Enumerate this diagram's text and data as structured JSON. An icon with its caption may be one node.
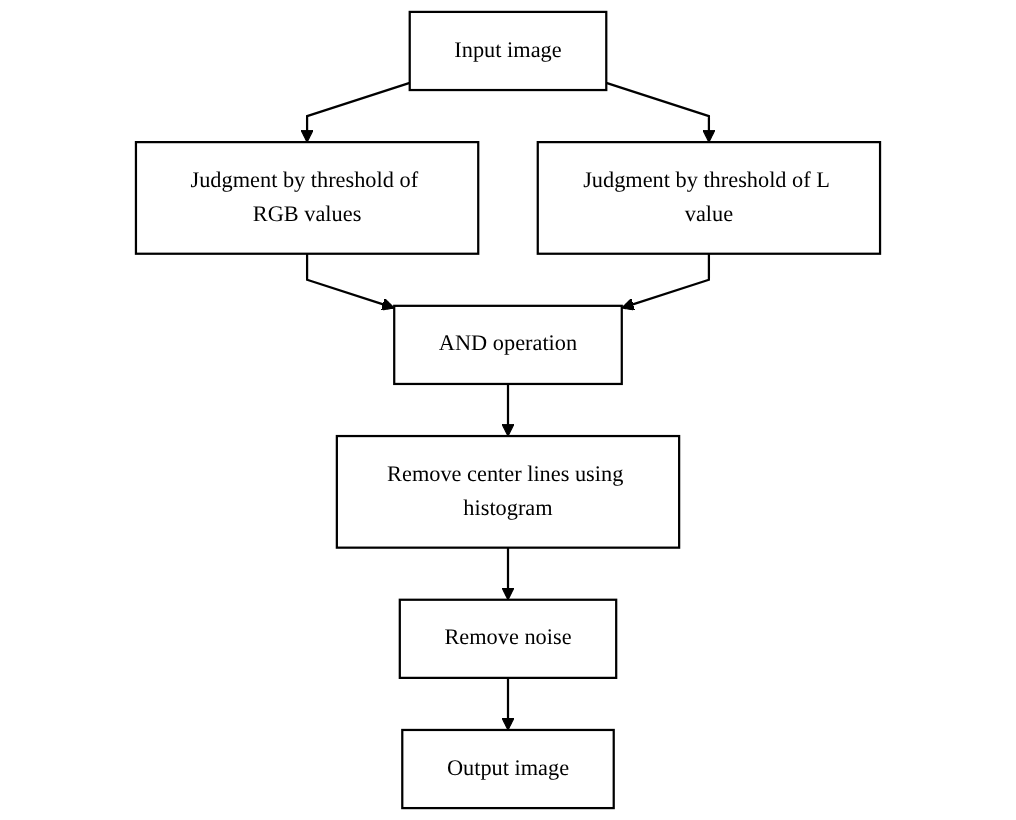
{
  "diagram": {
    "nodes": [
      {
        "text": [
          "Input image"
        ]
      },
      {
        "text": [
          "Judgment by threshold of RGB values"
        ]
      },
      {
        "text": [
          "Judgment by threshold of L value"
        ]
      },
      {
        "text": [
          "AND operation"
        ]
      },
      {
        "text": [
          "Remove center lines using histogram"
        ]
      },
      {
        "text": [
          "Remove noise"
        ]
      },
      {
        "text": [
          "Output image"
        ]
      }
    ],
    "edges": [
      {
        "from": 0,
        "to": 1,
        "arrow": "to"
      },
      {
        "from": 0,
        "to": 2,
        "arrow": "to"
      },
      {
        "from": 1,
        "to": 3,
        "arrow": "to"
      },
      {
        "from": 2,
        "to": 3,
        "arrow": "to"
      },
      {
        "from": 3,
        "to": 4,
        "arrow": "to"
      },
      {
        "from": 4,
        "to": 5,
        "arrow": "to"
      },
      {
        "from": 5,
        "to": 6,
        "arrow": "to"
      }
    ]
  }
}
